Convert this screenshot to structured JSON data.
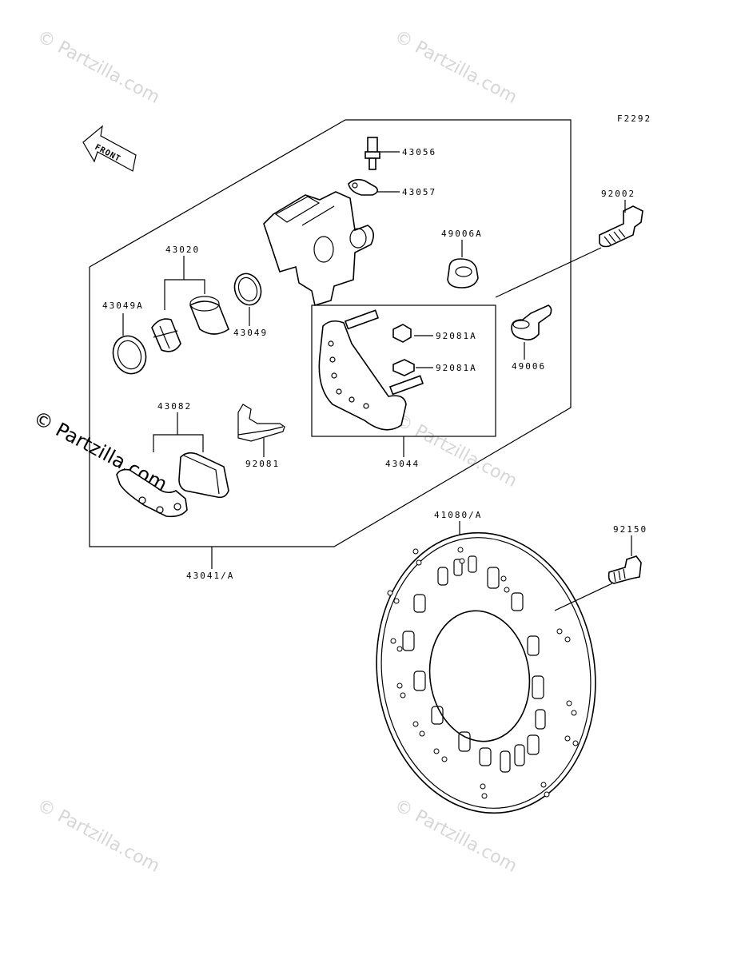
{
  "figure_code": "F2292",
  "front_label": "FRONT",
  "watermarks": {
    "main": "© Partzilla.com",
    "faint": "© Partzilla.com"
  },
  "parts": {
    "p43056": "43056",
    "p43057": "43057",
    "p92002": "92002",
    "p43020": "43020",
    "p49006A": "49006A",
    "p43049A": "43049A",
    "p43049": "43049",
    "p92081A_1": "92081A",
    "p92081A_2": "92081A",
    "p49006": "49006",
    "p43082": "43082",
    "p92081": "92081",
    "p43044": "43044",
    "p41080A": "41080/A",
    "p92150": "92150",
    "p43041A": "43041/A"
  }
}
